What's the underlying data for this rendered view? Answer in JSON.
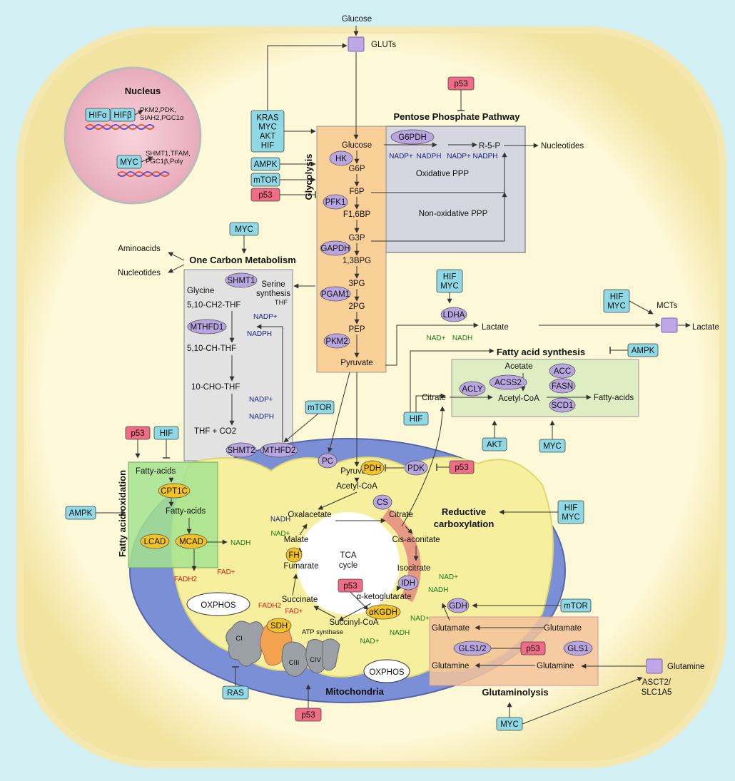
{
  "compartments": {
    "nucleus": "Nucleus",
    "mitochondria": "Mitochondria",
    "pentose_phosphate": "Pentose Phosphate Pathway",
    "oxidative_ppp": "Oxidative PPP",
    "non_oxidative_ppp": "Non-oxidative PPP",
    "glycolysis": "Glycolysis",
    "one_carbon": "One Carbon Metabolism",
    "fatty_acid_oxidation": "Fatty acid oxidation",
    "fatty_acid_synthesis": "Fatty acid synthesis",
    "reductive_carboxylation": [
      "Reductive",
      "carboxylation"
    ],
    "glutaminolysis": "Glutaminolysis",
    "tca_cycle": [
      "TCA",
      "cycle"
    ]
  },
  "nucleus": {
    "hif_alpha": "HIFα",
    "hif_beta": "HIFβ",
    "hif_targets": [
      "PKM2,PDK,",
      "SIAH2,PGC1α"
    ],
    "myc": "MYC",
    "myc_targets": [
      "SHMT1,TFAM,",
      "PGC1β,Polγ"
    ]
  },
  "transport": {
    "glucose_out": "Glucose",
    "gluts": "GLUTs",
    "lactate_in": "Lactate",
    "lactate_out": "Lactate",
    "mcts": "MCTs",
    "glutamine_out": "Glutamine",
    "asct2": [
      "ASCT2/",
      "SLC1A5"
    ]
  },
  "regulators": {
    "kras_group": [
      "KRAS",
      "MYC",
      "AKT",
      "HIF"
    ],
    "ampk_glyc": "AMPK",
    "mtor_glyc": "mTOR",
    "p53_glyc": "p53",
    "p53_ppp": "p53",
    "myc_ocm": "MYC",
    "hif_myc_ldha": [
      "HIF",
      "MYC"
    ],
    "hif_myc_mct": [
      "HIF",
      "MYC"
    ],
    "ampk_fas": "AMPK",
    "hif_citrate": "HIF",
    "akt_fas": "AKT",
    "myc_fas": "MYC",
    "mtor_mthfd": "mTOR",
    "p53_fao": "p53",
    "hif_fao": "HIF",
    "ampk_fao": "AMPK",
    "p53_pdk": "p53",
    "hif_myc_rc": [
      "HIF",
      "MYC"
    ],
    "mtor_gdh": "mTOR",
    "p53_akgdh": "p53",
    "p53_gls": "p53",
    "ras_ci": "RAS",
    "p53_etc": "p53",
    "myc_glutaminolysis": "MYC"
  },
  "enzymes": {
    "hk": "HK",
    "pfk1": "PFK1",
    "gapdh": "GAPDH",
    "pgam1": "PGAM1",
    "pkm2": "PKM2",
    "g6pdh": "G6PDH",
    "ldha": "LDHA",
    "shmt1": "SHMT1",
    "mthfd1": "MTHFD1",
    "shmt2": "SHMT2",
    "mthfd2": "MTHFD2",
    "acly": "ACLY",
    "acss2": "ACSS2",
    "acc": "ACC",
    "fasn": "FASN",
    "scd1": "SCD1",
    "cpt1c": "CPT1C",
    "lcad": "LCAD",
    "mcad": "MCAD",
    "pc": "PC",
    "pdh": "PDH",
    "pdk": "PDK",
    "cs": "CS",
    "fh": "FH",
    "sdh": "SDH",
    "idh": "IDH",
    "akgdh": "αKGDH",
    "gdh": "GDH",
    "gls12": "GLS1/2",
    "gls1": "GLS1"
  },
  "metabolites": {
    "glycolysis": [
      "Glucose",
      "G6P",
      "F6P",
      "F1,6BP",
      "G3P",
      "1,3BPG",
      "3PG",
      "2PG",
      "PEP",
      "Pyruvate"
    ],
    "r5p": "R-5-P",
    "nucleotides_ppp": "Nucleotides",
    "aminoacids": "Aminoacids",
    "nucleotides_ocm": "Nucleotides",
    "serine_synthesis": [
      "Serine",
      "synthesis"
    ],
    "glycine": "Glycine",
    "thf_small": "THF",
    "ch2_thf": "5,10-CH2-THF",
    "ch_thf": "5,10-CH-THF",
    "cho_thf": "10-CHO-THF",
    "thf_co2": "THF + CO2",
    "acetate": "Acetate",
    "citrate_fas": "Citrate",
    "acetyl_coa_fas": "Acetyl-CoA",
    "fatty_acids_fas": "Fatty-acids",
    "fatty_acids_1": "Fatty-acids",
    "fatty_acids_2": "Fatty-acids",
    "pyruvate_mito": "Pyruvate",
    "acetyl_coa_mito": "Acetyl-CoA",
    "oxalacetate": "Oxalacetate",
    "malate": "Malate",
    "fumarate": "Fumarate",
    "succinate": "Succinate",
    "succinyl_coa": "Succinyl-CoA",
    "akg": "α-ketoglutarate",
    "isocitrate": "Isocitrate",
    "cis_aconitate": "Cis-aconitate",
    "citrate_mito": "Citrate",
    "glutamate_1": "Glutamate",
    "glutamate_2": "Glutamate",
    "glutamine_1": "Glutamine",
    "glutamine_2": "Glutamine",
    "oxphos_1": "OXPHOS",
    "oxphos_2": "OXPHOS",
    "atp_synthase": "ATP synthase",
    "ci": "CI",
    "ciii": "CIII",
    "civ": "CIV"
  },
  "cofactors": {
    "nadp": "NADP+",
    "nadph": "NADPH",
    "nad": "NAD+",
    "nadh": "NADH",
    "fadh2": "FADH2",
    "fad": "FAD+"
  },
  "colors": {
    "regulator_blue": "#8fd8e6",
    "p53_red": "#f06b86",
    "enzyme_purple": "#b9a6e0",
    "enzyme_yellow": "#f3c325",
    "cell_yellow": "#fdf8d7",
    "mito_blue": "#7b8fd6",
    "mito_inner": "#f6f09e"
  }
}
